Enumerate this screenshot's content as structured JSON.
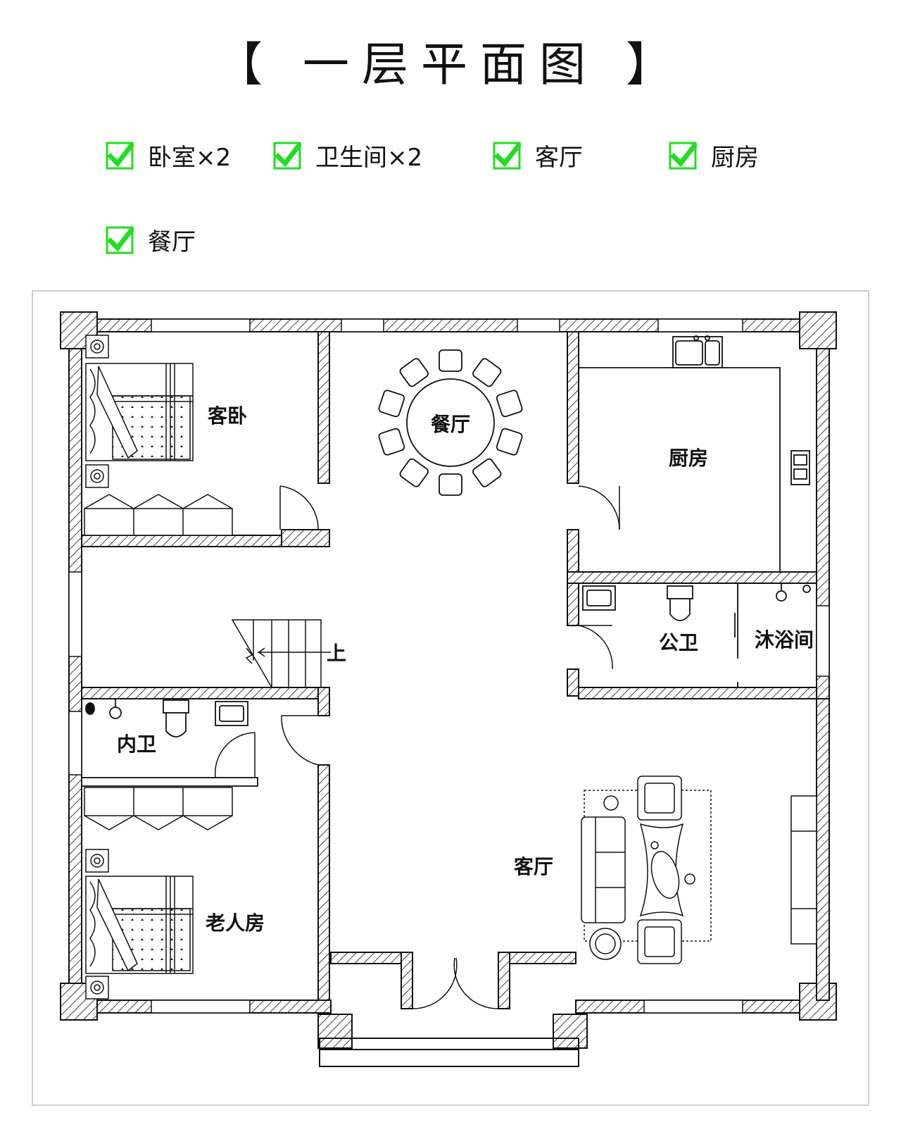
{
  "title": "【 一层平面图 】",
  "features": [
    {
      "label": "卧室×2"
    },
    {
      "label": "卫生间×2"
    },
    {
      "label": "客厅"
    },
    {
      "label": "厨房"
    },
    {
      "label": "餐厅"
    }
  ],
  "rooms": {
    "guest_bedroom": "客卧",
    "dining": "餐厅",
    "kitchen": "厨房",
    "public_bath": "公卫",
    "shower": "沐浴间",
    "stairs_up": "上",
    "inner_bath": "内卫",
    "living": "客厅",
    "elder_room": "老人房"
  },
  "colors": {
    "check": "#22dd22",
    "wall": "#111111"
  }
}
